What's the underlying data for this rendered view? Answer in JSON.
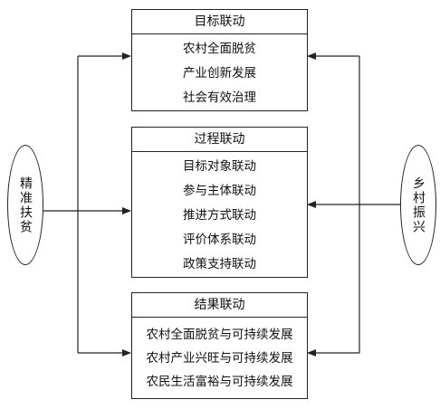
{
  "left_node": {
    "label": "精准扶贫"
  },
  "right_node": {
    "label": "乡村振兴"
  },
  "boxes": [
    {
      "title": "目标联动",
      "items": [
        "农村全面脱贫",
        "产业创新发展",
        "社会有效治理"
      ]
    },
    {
      "title": "过程联动",
      "items": [
        "目标对象联动",
        "参与主体联动",
        "推进方式联动",
        "评价体系联动",
        "政策支持联动"
      ]
    },
    {
      "title": "结果联动",
      "items": [
        "农村全面脱贫与可持续发展",
        "农村产业兴旺与可持续发展",
        "农民生活富裕与可持续发展"
      ]
    }
  ]
}
